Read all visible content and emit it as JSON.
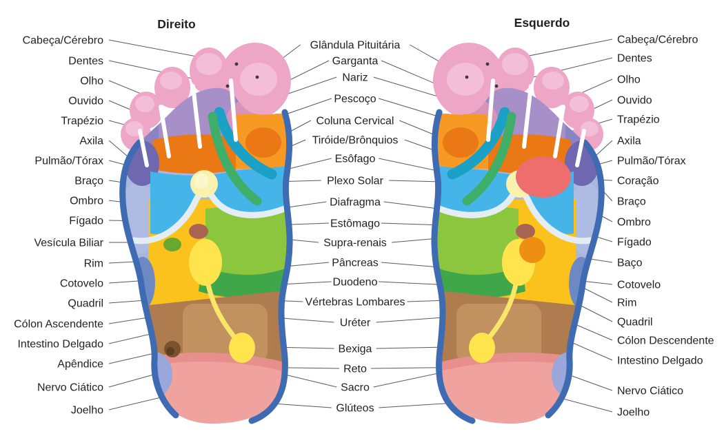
{
  "titles": {
    "right_foot": "Direito",
    "left_foot": "Esquerdo"
  },
  "labels": {
    "left_column": [
      "Cabeça/Cérebro",
      "Dentes",
      "Olho",
      "Ouvido",
      "Trapézio",
      "Axila",
      "Pulmão/Tórax",
      "Braço",
      "Ombro",
      "Fígado",
      "Vesícula Biliar",
      "Rim",
      "Cotovelo",
      "Quadril",
      "Cólon Ascendente",
      "Intestino Delgado",
      "Apêndice",
      "Nervo Ciático",
      "Joelho"
    ],
    "center_column": [
      "Glândula Pituitária",
      "Garganta",
      "Nariz",
      "Pescoço",
      "Coluna Cervical",
      "Tiróide/Brônquios",
      "Esôfago",
      "Plexo Solar",
      "Diafragma",
      "Estômago",
      "Supra-renais",
      "Pâncreas",
      "Duodeno",
      "Vértebras Lombares",
      "Uréter",
      "Bexiga",
      "Reto",
      "Sacro",
      "Glúteos"
    ],
    "right_column": [
      "Cabeça/Cérebro",
      "Dentes",
      "Olho",
      "Ouvido",
      "Trapézio",
      "Axila",
      "Pulmão/Tórax",
      "Coração",
      "Braço",
      "Ombro",
      "Fígado",
      "Baço",
      "Cotovelo",
      "Rim",
      "Quadril",
      "Cólon Descendente",
      "Intestino Delgado",
      "Nervo Ciático",
      "Joelho"
    ]
  },
  "colors": {
    "text": "#231F20",
    "line": "#58595B",
    "outline": "#3E6BB2",
    "edge_band": "#A9B6DD",
    "edge_band_light": "#AEBBE3",
    "edge_dark": "#6D89C4",
    "toe_pink": "#EDA6C6",
    "toe_light": "#F3BFD7",
    "mauve": "#D893BA",
    "ball_purple": "#A78FC8",
    "toe_base_purple": "#8B84C4",
    "axila_purple": "#6F68B0",
    "orange": "#E97815",
    "orange_light": "#F79A23",
    "lung_blue": "#45B4E8",
    "teal": "#1BA0C6",
    "green_band": "#3FAE68",
    "diaphragm": "#E4EDF4",
    "plexo": "#F8F2AC",
    "plexo_light": "#FBF7CD",
    "yellow": "#FBC21D",
    "green": "#8CC63F",
    "green_dark": "#3FA649",
    "gallbladder": "#69A82F",
    "suprarenal": "#A86352",
    "kidney_yellow": "#FFE44D",
    "ureter_yellow": "#F7E668",
    "intestine_brown": "#AE7C4F",
    "intestine_light": "#C1915F",
    "appendix": "#7A5230",
    "appendix_dark": "#5E3D22",
    "heel_pink": "#EFA29E",
    "sacro_pink": "#E78F8C",
    "sciatic": "#9BA7DA",
    "heart_red": "#EE6E6E",
    "spleen_orange": "#EE8F12",
    "dot": "#3A3A3A"
  }
}
